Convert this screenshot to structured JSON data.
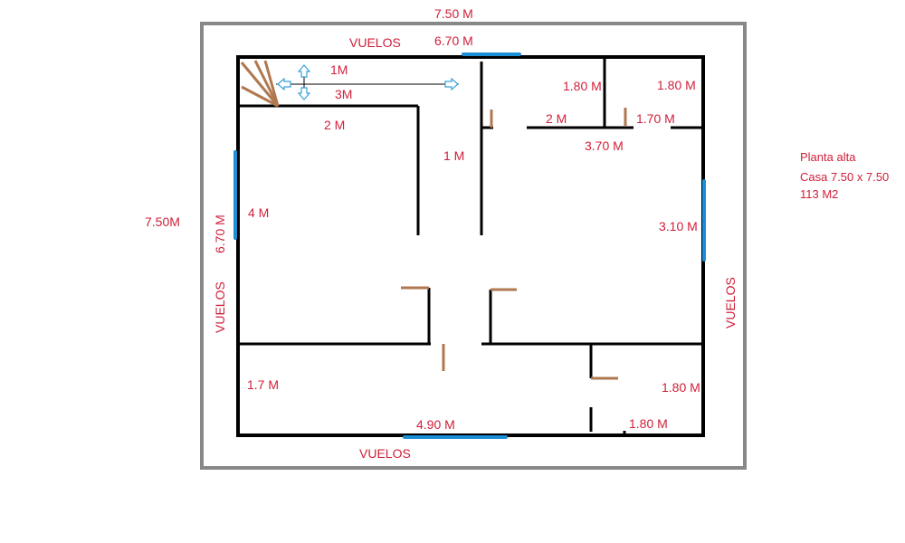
{
  "colors": {
    "label": "#d0203a",
    "wall": "#000000",
    "outline": "#888888",
    "window": "#1a8fd6",
    "door": "#b07850",
    "arrow": "#3aa0d8"
  },
  "labels": {
    "top_total": "7.50 M",
    "left_total": "7.50M",
    "vuelos_top": "VUELOS",
    "vuelos_left": "VUELOS",
    "vuelos_right": "VUELOS",
    "vuelos_bottom": "VUELOS",
    "top_window": "6.70 M",
    "left_window": "6.70 M",
    "stair_1m": "1M",
    "stair_3m": "3M",
    "room_2m_left": "2 M",
    "hall_1m": "1 M",
    "room_4m": "4 M",
    "bath1_1_80": "1.80 M",
    "bath2_1_80": "1.80 M",
    "top_2m": "2 M",
    "top_1_70": "1.70 M",
    "room_3_70": "3.70 M",
    "room_3_10": "3.10 M",
    "bottom_1_7": "1.7 M",
    "bottom_window": "4.90 M",
    "bottom_right_1_80": "1.80 M",
    "bottom_right_1_80b": "1.80 M"
  },
  "notes": {
    "line1": "Planta alta",
    "line2": "Casa 7.50 x 7.50",
    "line3": "113 M2"
  },
  "icons": [
    "arrow-up-icon",
    "arrow-down-icon",
    "arrow-left-icon",
    "arrow-right-icon",
    "staircase-icon"
  ]
}
